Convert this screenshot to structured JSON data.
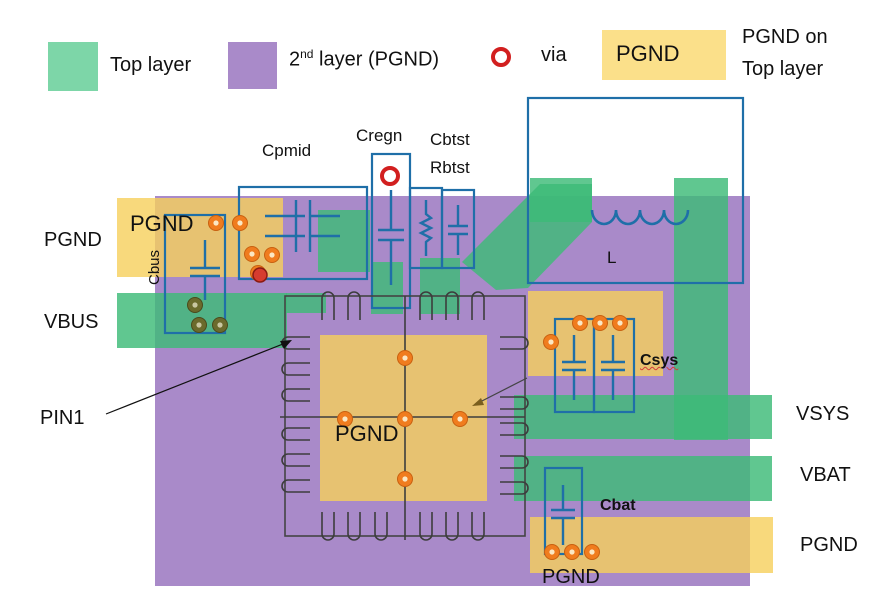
{
  "legend": {
    "top_layer": "Top layer",
    "second_layer_prefix": "2",
    "second_layer_sup": "nd",
    "second_layer_suffix": " layer (PGND)",
    "via": "via",
    "pgnd_box": "PGND",
    "pgnd_on_top_line1": "PGND on",
    "pgnd_on_top_line2": "Top layer"
  },
  "colors": {
    "top_layer": "#3dbb78",
    "second_layer": "#a98ac9",
    "pgnd_top": "#f6cf5b",
    "via_ring": "#d21f1f",
    "outline": "#1f6fa8"
  },
  "components": {
    "cpmid": "Cpmid",
    "cregn": "Cregn",
    "cbtst": "Cbtst",
    "rbtst": "Rbtst",
    "inductor": "L",
    "cbus": "Cbus",
    "csys": "Csys",
    "cbat": "Cbat"
  },
  "nets": {
    "pgnd_left": "PGND",
    "pgnd_inner": "PGND",
    "vbus_left": "VBUS",
    "pin1": "PIN1",
    "pgnd_center": "PGND",
    "vsys": "VSYS",
    "vbat": "VBAT",
    "pgnd_right": "PGND",
    "pgnd_bottom": "PGND"
  }
}
